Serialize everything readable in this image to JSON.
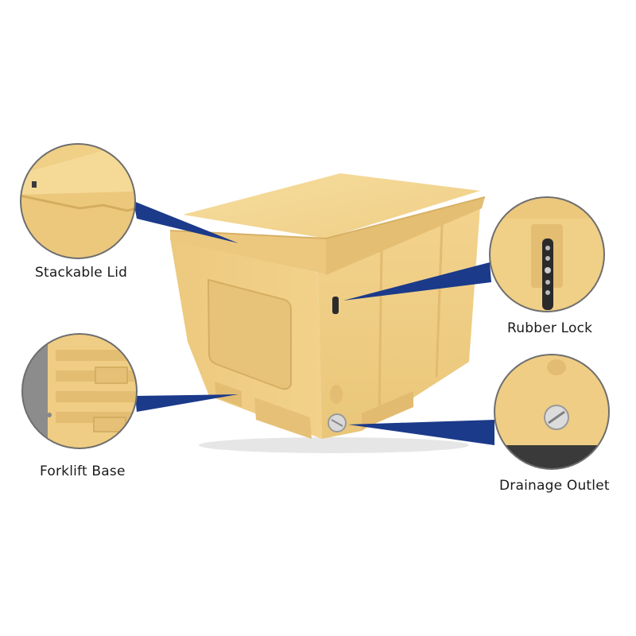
{
  "callouts": {
    "stackable_lid": "Stackable Lid",
    "forklift_base": "Forklift Base",
    "rubber_lock": "Rubber Lock",
    "drainage_outlet": "Drainage Outlet"
  },
  "colors": {
    "box_body": "#f0cf86",
    "box_shadow": "#d9b46a",
    "pointer": "#1b3a8a",
    "circle_border": "#6e6e6e"
  }
}
